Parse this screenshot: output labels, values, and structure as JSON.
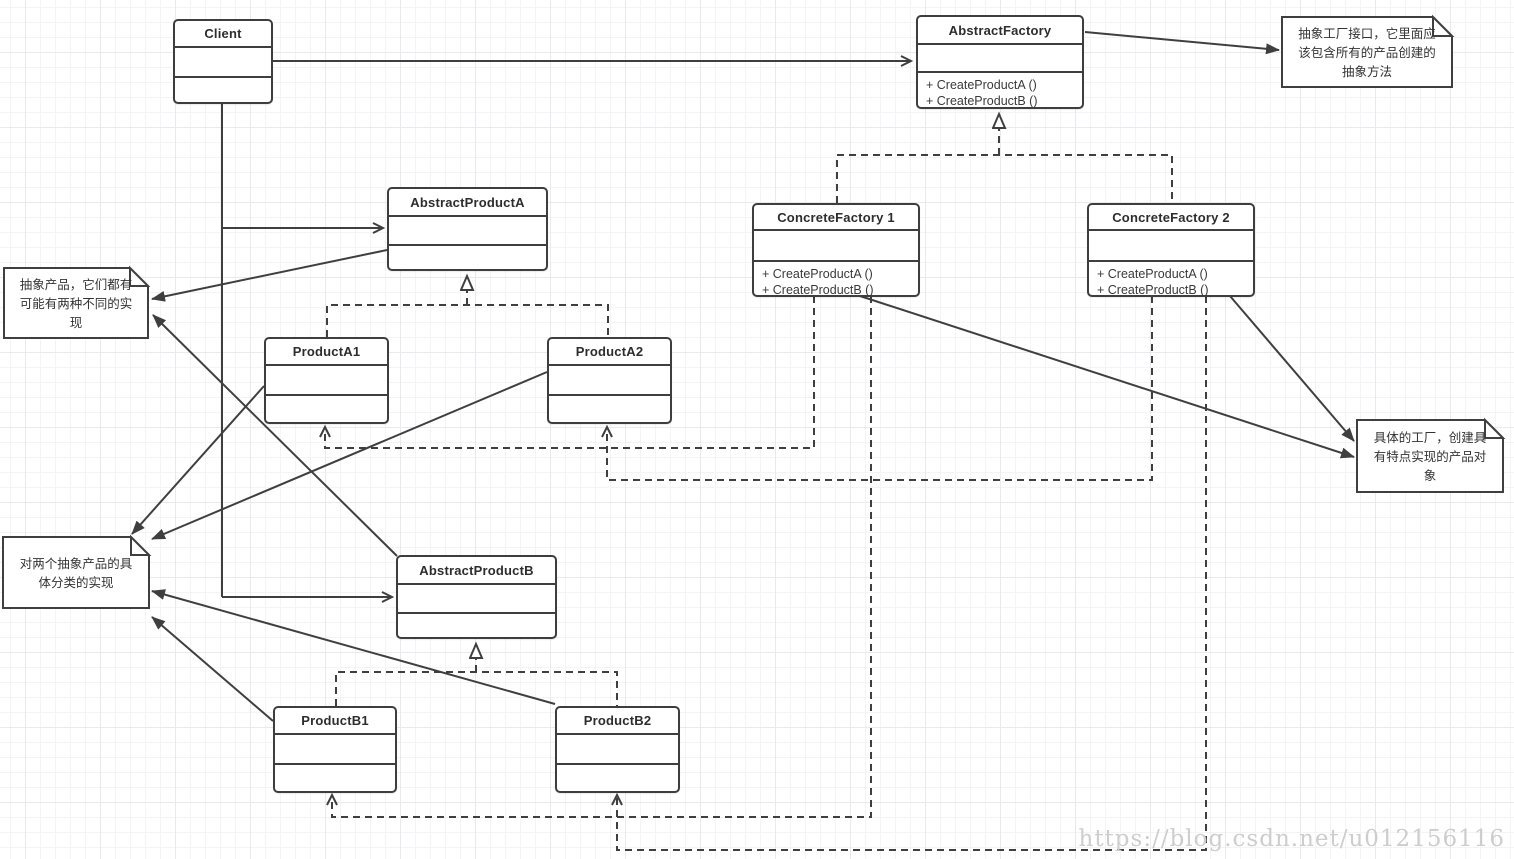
{
  "classes": {
    "client": {
      "title": "Client"
    },
    "abstract_factory": {
      "title": "AbstractFactory",
      "methods": [
        "+ CreateProductA ()",
        "+ CreateProductB ()"
      ]
    },
    "concrete_factory_1": {
      "title": "ConcreteFactory 1",
      "methods": [
        "+ CreateProductA ()",
        "+ CreateProductB ()"
      ]
    },
    "concrete_factory_2": {
      "title": "ConcreteFactory 2",
      "methods": [
        "+ CreateProductA ()",
        "+ CreateProductB ()"
      ]
    },
    "abstract_product_a": {
      "title": "AbstractProductA"
    },
    "product_a1": {
      "title": "ProductA1"
    },
    "product_a2": {
      "title": "ProductA2"
    },
    "abstract_product_b": {
      "title": "AbstractProductB"
    },
    "product_b1": {
      "title": "ProductB1"
    },
    "product_b2": {
      "title": "ProductB2"
    }
  },
  "notes": {
    "abstract_factory_note": {
      "text": "抽象工厂接口，它里面应该包含所有的产品创建的抽象方法"
    },
    "abstract_products_note": {
      "text": "抽象产品，它们都有可能有两种不同的实现"
    },
    "concrete_products_note": {
      "text": "对两个抽象产品的具体分类的实现"
    },
    "concrete_factories_note": {
      "text": "具体的工厂，创建具有特点实现的产品对象"
    }
  },
  "relationships": [
    {
      "from": "Client",
      "to": "AbstractFactory",
      "type": "association"
    },
    {
      "from": "Client",
      "to": "AbstractProductA",
      "type": "association"
    },
    {
      "from": "Client",
      "to": "AbstractProductB",
      "type": "association"
    },
    {
      "from": "ConcreteFactory 1",
      "to": "AbstractFactory",
      "type": "realization"
    },
    {
      "from": "ConcreteFactory 2",
      "to": "AbstractFactory",
      "type": "realization"
    },
    {
      "from": "ProductA1",
      "to": "AbstractProductA",
      "type": "realization"
    },
    {
      "from": "ProductA2",
      "to": "AbstractProductA",
      "type": "realization"
    },
    {
      "from": "ProductB1",
      "to": "AbstractProductB",
      "type": "realization"
    },
    {
      "from": "ProductB2",
      "to": "AbstractProductB",
      "type": "realization"
    },
    {
      "from": "ConcreteFactory 1",
      "to": "ProductA1",
      "type": "dependency"
    },
    {
      "from": "ConcreteFactory 1",
      "to": "ProductB1",
      "type": "dependency"
    },
    {
      "from": "ConcreteFactory 2",
      "to": "ProductA2",
      "type": "dependency"
    },
    {
      "from": "ConcreteFactory 2",
      "to": "ProductB2",
      "type": "dependency"
    }
  ],
  "watermark": {
    "text": "https://blog.csdn.net/u012156116"
  },
  "colors": {
    "line": "#3f3f3f",
    "fill": "#ffffff",
    "grid": "#e9e9ee",
    "watermark": "#cdcdcd"
  }
}
